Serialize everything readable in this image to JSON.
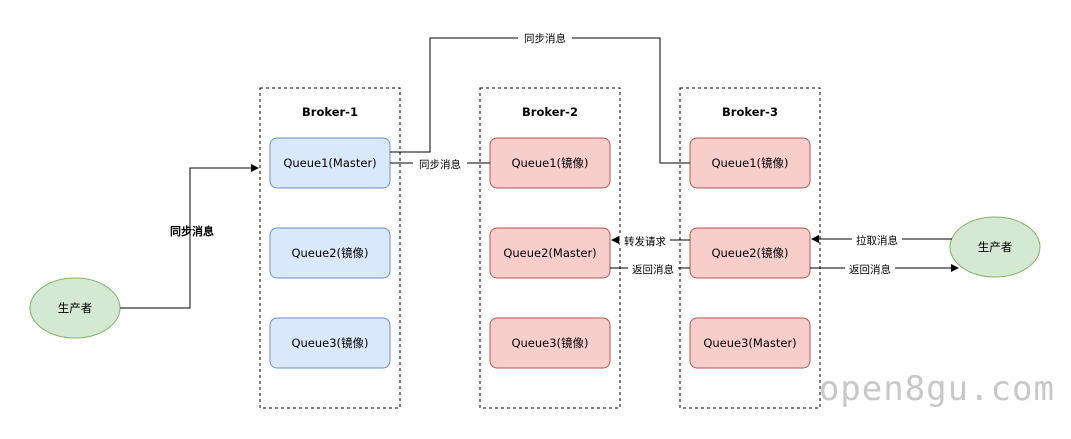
{
  "brokers": [
    {
      "title": "Broker-1",
      "queues": [
        "Queue1(Master)",
        "Queue2(镜像)",
        "Queue3(镜像)"
      ]
    },
    {
      "title": "Broker-2",
      "queues": [
        "Queue1(镜像)",
        "Queue2(Master)",
        "Queue3(镜像)"
      ]
    },
    {
      "title": "Broker-3",
      "queues": [
        "Queue1(镜像)",
        "Queue2(镜像)",
        "Queue3(Master)"
      ]
    }
  ],
  "producers": {
    "left": "生产者",
    "right": "生产者"
  },
  "edges": {
    "producer_to_broker1": "同步消息",
    "sync_b1_b3": "同步消息",
    "sync_b1_b2": "同步消息",
    "forward_request": "转发请求",
    "return_b2": "返回消息",
    "pull_message": "拉取消息",
    "return_b3": "返回消息"
  },
  "watermark": "open8gu.com",
  "colors": {
    "blue_fill": "#dae8fc",
    "blue_stroke": "#6c8ebf",
    "red_fill": "#f8cecc",
    "red_stroke": "#b85450",
    "green_fill": "#d5e8d4",
    "green_stroke": "#82b366"
  }
}
